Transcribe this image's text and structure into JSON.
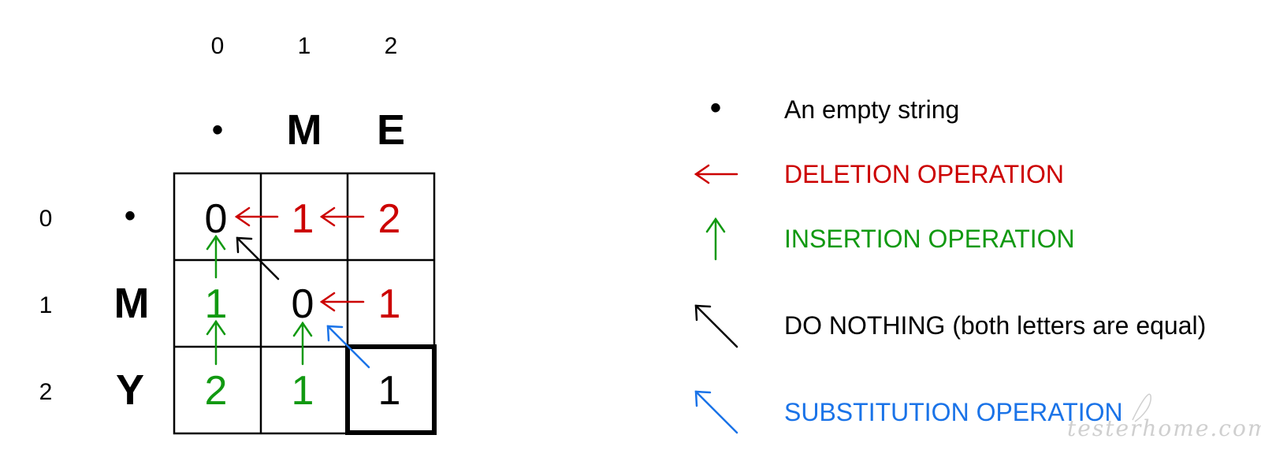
{
  "colors": {
    "black": "#000000",
    "red": "#cc0000",
    "green": "#119911",
    "blue": "#1a73e8",
    "watermark": "#cfcfcf"
  },
  "columns": {
    "indices": [
      "0",
      "1",
      "2"
    ],
    "letters": [
      "•",
      "M",
      "E"
    ]
  },
  "rows": {
    "indices": [
      "0",
      "1",
      "2"
    ],
    "letters": [
      "•",
      "M",
      "Y"
    ]
  },
  "grid": {
    "values": [
      [
        "0",
        "1",
        "2"
      ],
      [
        "1",
        "0",
        "1"
      ],
      [
        "2",
        "1",
        "1"
      ]
    ],
    "value_colors": [
      [
        "black",
        "red",
        "red"
      ],
      [
        "green",
        "black",
        "red"
      ],
      [
        "green",
        "green",
        "black"
      ]
    ],
    "highlighted_cell": {
      "row": 2,
      "col": 2
    }
  },
  "legend": {
    "empty_string_symbol": "•",
    "empty_string_text": "An empty string",
    "deletion_text": "DELETION OPERATION",
    "insertion_text": "INSERTION OPERATION",
    "do_nothing_text": "DO NOTHING (both letters are equal)",
    "substitution_text": "SUBSTITUTION OPERATION"
  },
  "watermark": "testerhome.com"
}
